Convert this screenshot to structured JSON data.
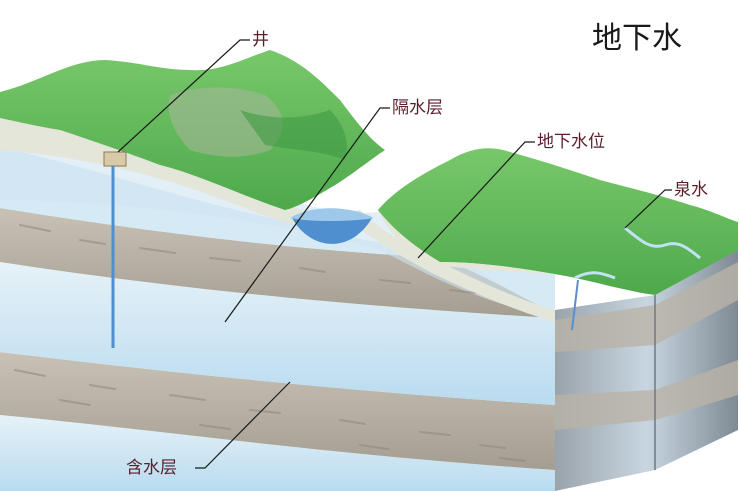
{
  "title": "地下水",
  "labels": {
    "well": "井",
    "aquiclude": "隔水层",
    "water_table": "地下水位",
    "spring": "泉水",
    "aquifer": "含水层"
  },
  "colors": {
    "grass": "#5fbf5a",
    "grass_dark": "#3f9a44",
    "soil_face": "#d9dccf",
    "water_light": "#cfe6f3",
    "water_mid": "#a9d0ea",
    "lake": "#4f8fd0",
    "clay_layer": "#b9b3a7",
    "clay_dark": "#8e877c",
    "label_text": "#5a1f2a"
  }
}
